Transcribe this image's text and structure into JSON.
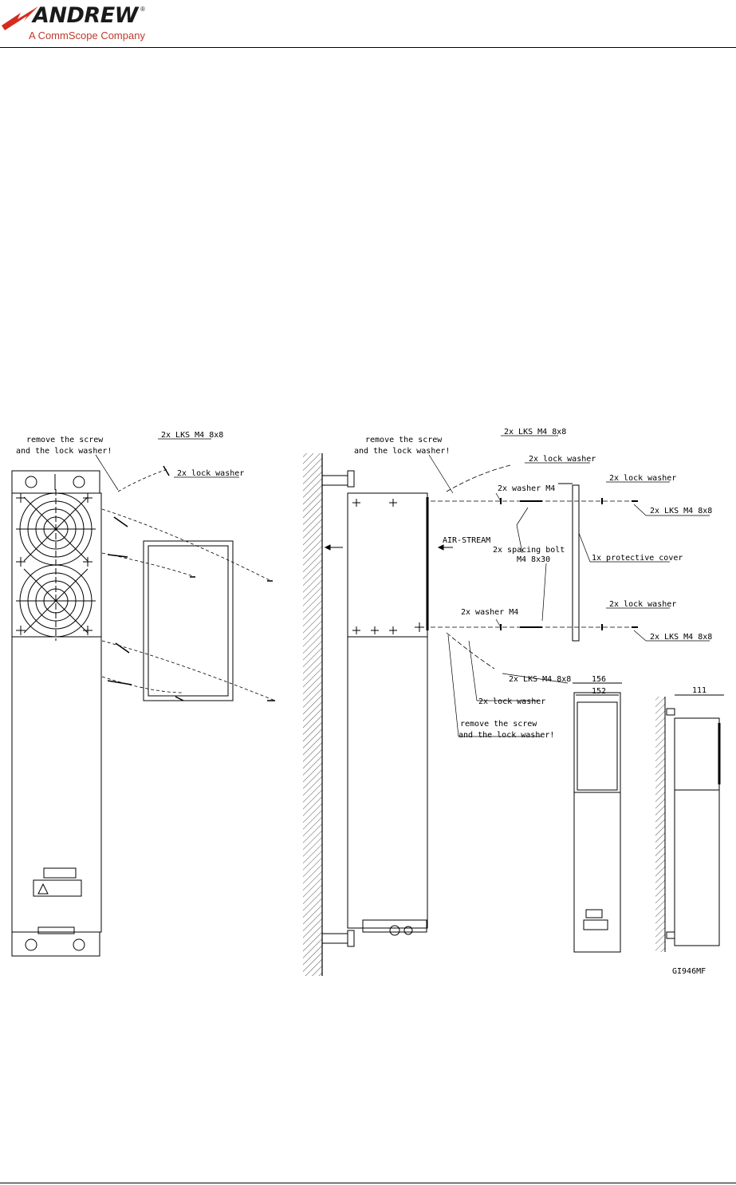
{
  "header": {
    "logo_brand": "ANDREW",
    "logo_registered": "®",
    "logo_subtitle": "A CommScope Company"
  },
  "drawing": {
    "labels": {
      "left_remove_line1": "remove the screw",
      "left_remove_line2": "and the lock washer!",
      "left_lks": "2x LKS M4 8x8",
      "left_lock_washer": "2x lock washer",
      "mid_remove_line1": "remove the screw",
      "mid_remove_line2": "and the lock washer!",
      "mid_lks": "2x LKS M4 8x8",
      "mid_lock_washer": "2x lock washer",
      "washer_top": "2x washer M4",
      "right_lock_washer_top": "2x lock washer",
      "right_lks_top": "2x LKS M4 8x8",
      "air_stream": "AIR-STREAM",
      "spacing_bolt_line1": "2x spacing bolt",
      "spacing_bolt_line2": "M4 8x30",
      "protective_cover": "1x protective cover",
      "washer_bottom": "2x washer M4",
      "right_lock_washer_bottom": "2x lock washer",
      "right_lks_bottom": "2x LKS M4 8x8",
      "bottom_lks": "2x LKS M4 8x8",
      "bottom_lock_washer": "2x lock washer",
      "bottom_remove_line1": "remove the screw",
      "bottom_remove_line2": "and the lock washer!",
      "dim_156": "156",
      "dim_152": "152",
      "dim_111": "111",
      "figure_id": "GI946MF"
    }
  }
}
